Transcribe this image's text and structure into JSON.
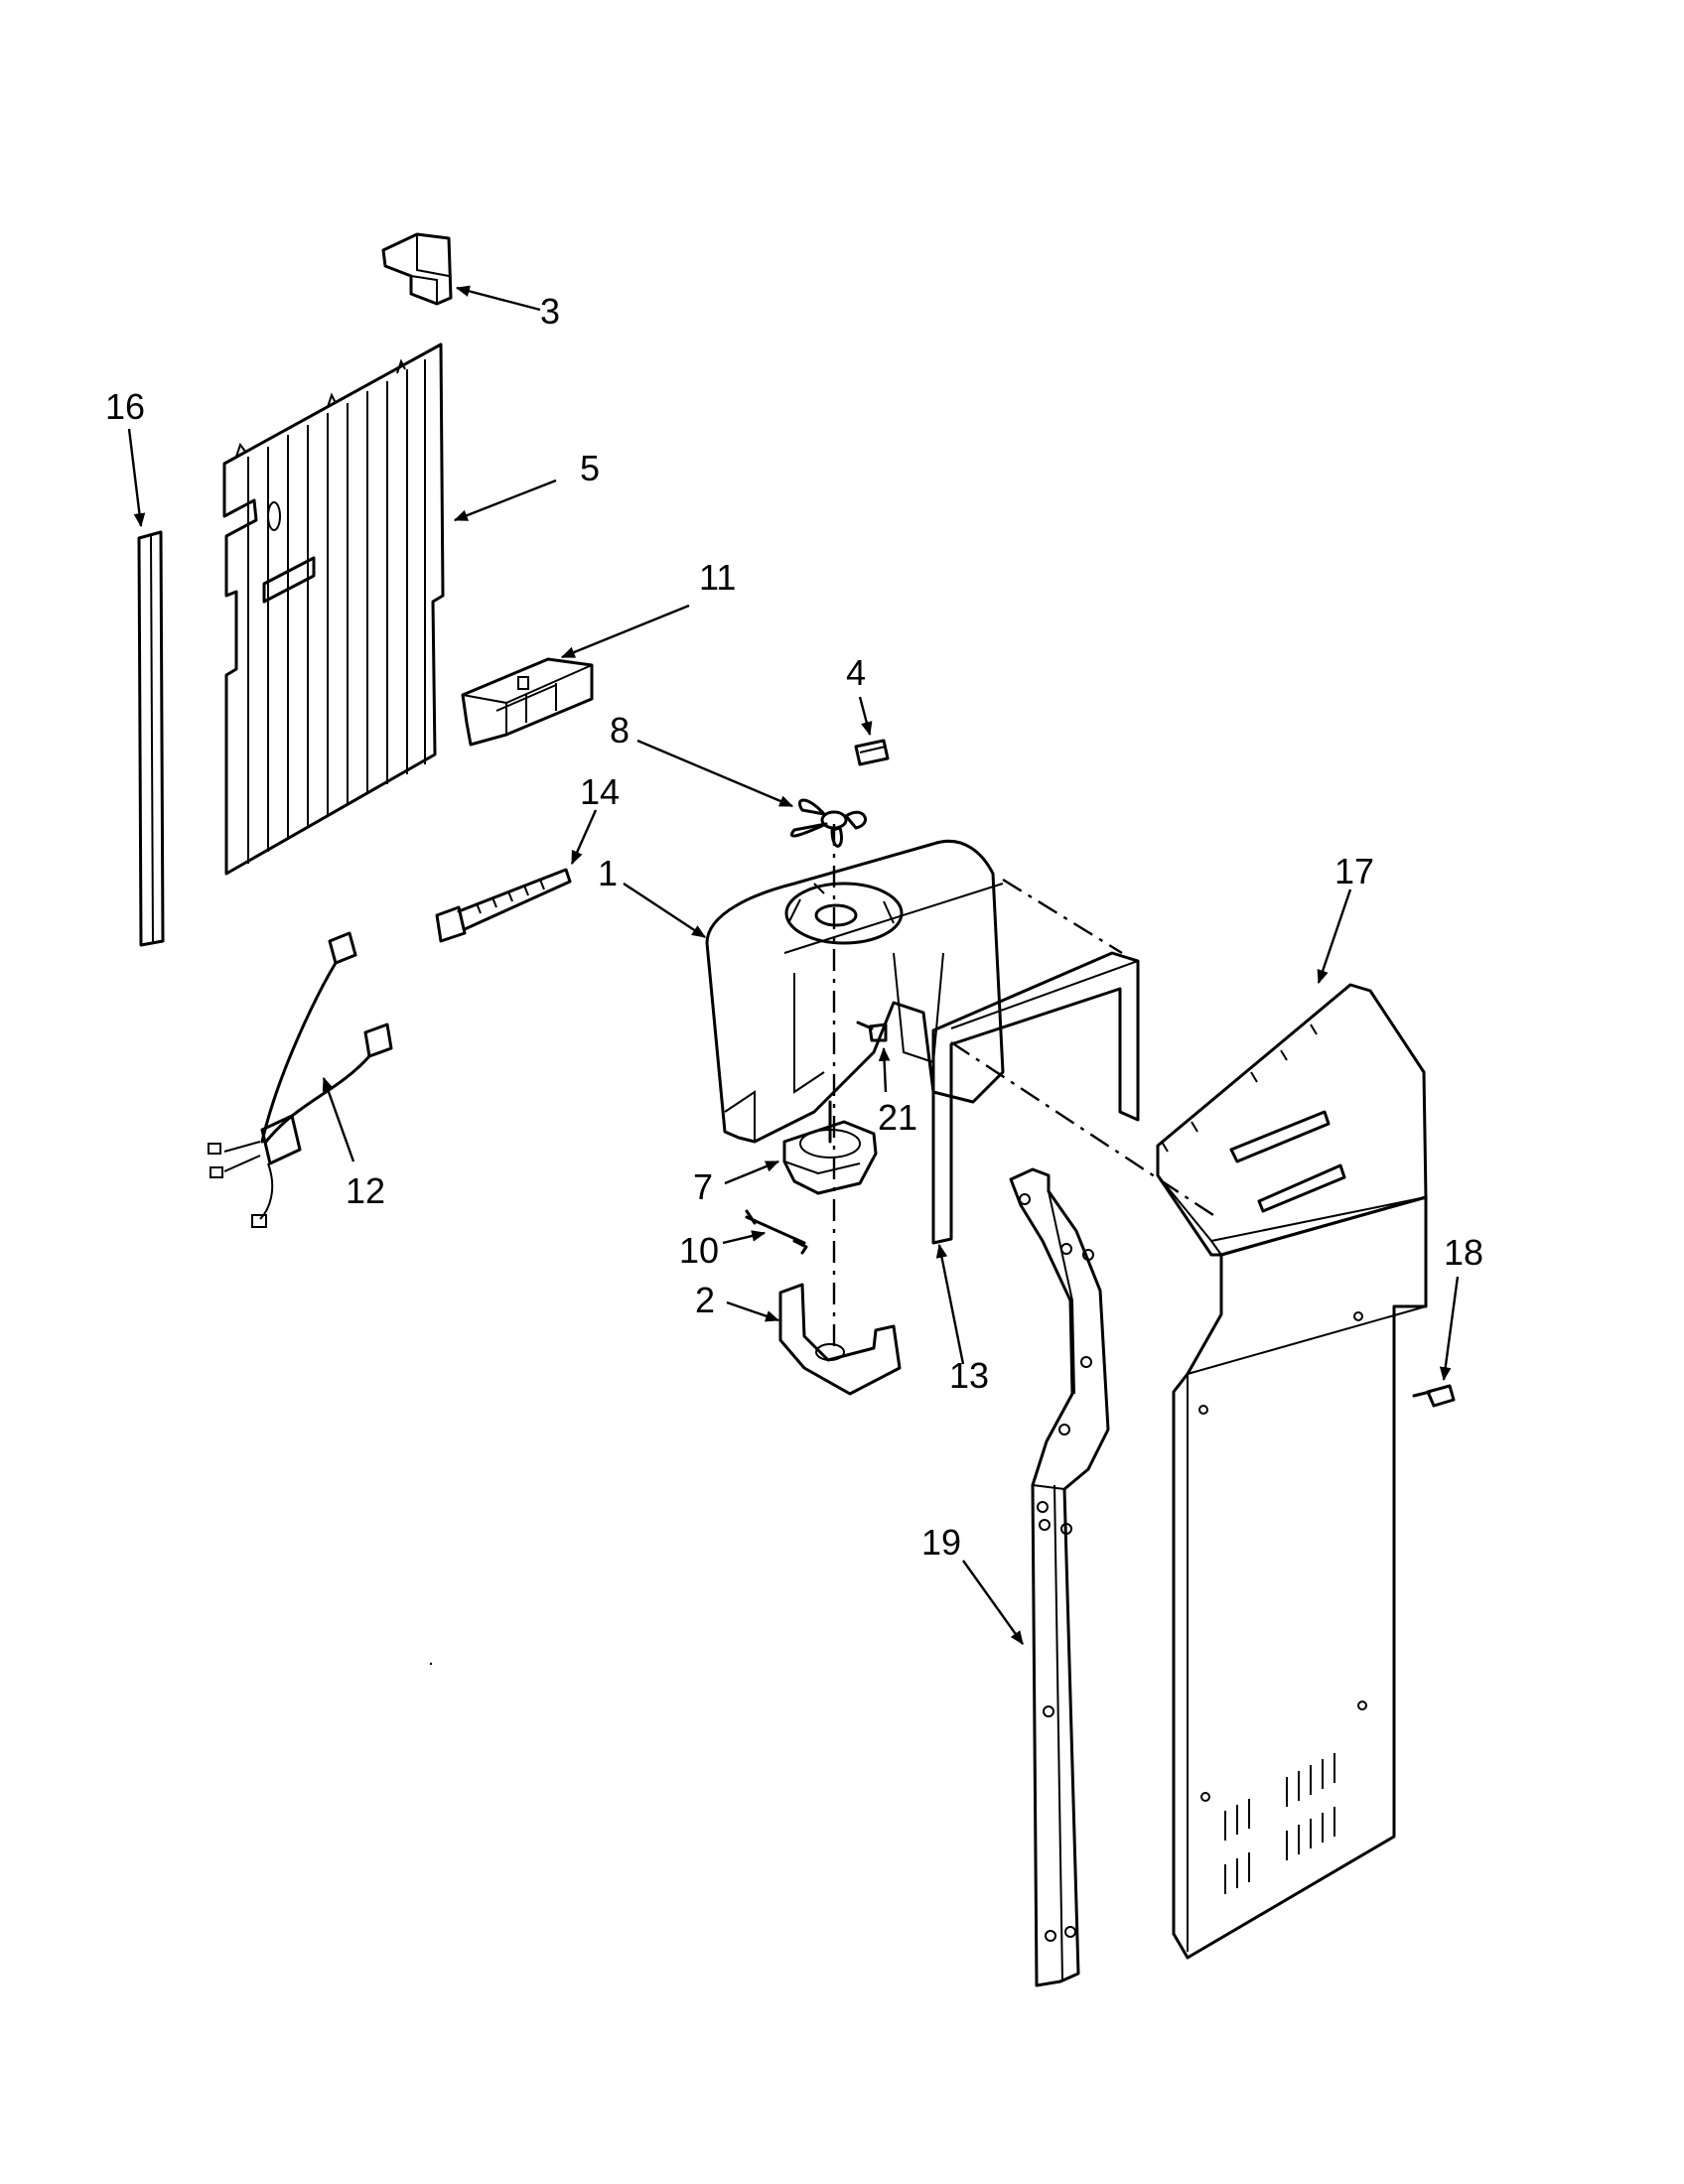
{
  "callouts": {
    "c1": "1",
    "c2": "2",
    "c3": "3",
    "c4": "4",
    "c5": "5",
    "c7": "7",
    "c8": "8",
    "c10": "10",
    "c11": "11",
    "c12": "12",
    "c13": "13",
    "c14": "14",
    "c16": "16",
    "c17": "17",
    "c18": "18",
    "c19": "19",
    "c21": "21"
  }
}
